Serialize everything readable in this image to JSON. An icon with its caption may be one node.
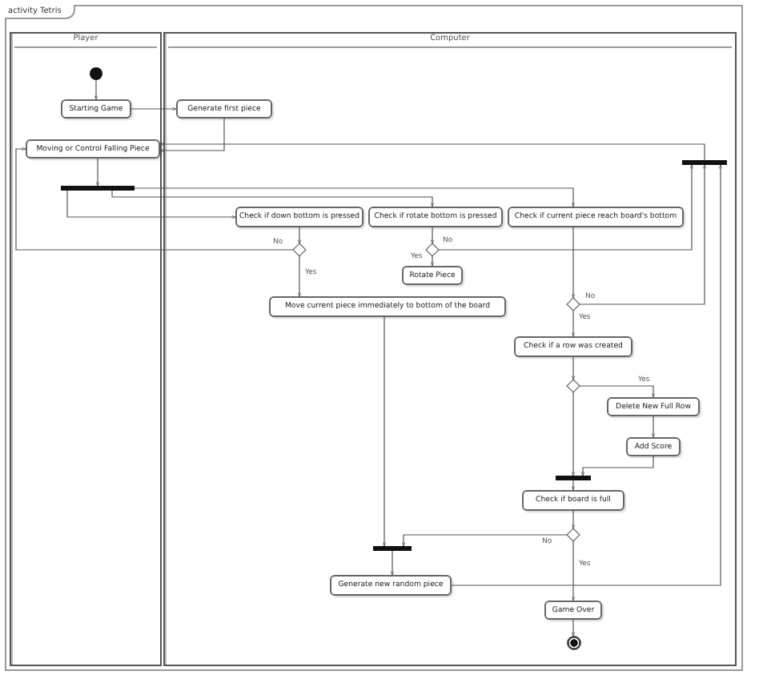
{
  "diagram": {
    "title": "activity Tetris",
    "nodes": [
      {
        "text": [
          "Player"
        ]
      },
      {
        "text": [
          "Computer"
        ]
      },
      {
        "text": [],
        "shape": "circle",
        "in": 0
      },
      {
        "text": [
          "Starting Game"
        ],
        "in": 0
      },
      {
        "text": [
          "Generate first piece"
        ],
        "in": 1
      },
      {
        "text": [
          "Moving or Control Falling Piece"
        ],
        "in": 0
      },
      {
        "text": [],
        "shape": "bar",
        "in": 0
      },
      {
        "text": [
          "Check if down bottom is pressed"
        ],
        "in": 1
      },
      {
        "text": [
          "Check if rotate bottom is pressed"
        ],
        "in": 1
      },
      {
        "text": [
          "Check if current piece reach board's bottom"
        ],
        "in": 1
      },
      {
        "text": [],
        "shape": "bar",
        "in": 1
      },
      {
        "text": [],
        "shape": "diamond",
        "in": 1
      },
      {
        "text": [],
        "shape": "diamond",
        "in": 1
      },
      {
        "text": [
          "Rotate Piece"
        ],
        "in": 1
      },
      {
        "text": [
          "Move current piece immediately to bottom of the board"
        ],
        "in": 1
      },
      {
        "text": [],
        "shape": "diamond",
        "in": 1
      },
      {
        "text": [
          "Check if a row was created"
        ],
        "in": 1
      },
      {
        "text": [],
        "shape": "diamond",
        "in": 1
      },
      {
        "text": [
          "Delete New Full Row"
        ],
        "in": 1
      },
      {
        "text": [
          "Add Score"
        ],
        "in": 1
      },
      {
        "text": [],
        "shape": "bar",
        "in": 1
      },
      {
        "text": [
          "Check if board is full"
        ],
        "in": 1
      },
      {
        "text": [],
        "shape": "diamond",
        "in": 1
      },
      {
        "text": [],
        "shape": "bar",
        "in": 1
      },
      {
        "text": [
          "Generate new random piece"
        ],
        "in": 1
      },
      {
        "text": [
          "Game Over"
        ],
        "in": 1
      },
      {
        "text": [],
        "shape": "circle",
        "in": 1
      }
    ],
    "edges": [
      {
        "from": 2,
        "to": 3,
        "arrow": "to"
      },
      {
        "from": 3,
        "to": 4,
        "arrow": "to"
      },
      {
        "from": 4,
        "to": 5,
        "arrow": "to"
      },
      {
        "from": 5,
        "to": 6,
        "arrow": "to"
      },
      {
        "from": 6,
        "to": 7,
        "arrow": "to"
      },
      {
        "from": 6,
        "to": 8,
        "arrow": "to"
      },
      {
        "from": 6,
        "to": 9,
        "arrow": "to"
      },
      {
        "from": 7,
        "to": 11,
        "arrow": "to"
      },
      {
        "from": 8,
        "to": 12,
        "arrow": "to"
      },
      {
        "from": 9,
        "to": 15,
        "arrow": "to"
      },
      {
        "from": 11,
        "to": 5,
        "arrow": "to",
        "label": "No"
      },
      {
        "from": 11,
        "to": 14,
        "arrow": "to",
        "label": "Yes"
      },
      {
        "from": 12,
        "to": 13,
        "arrow": "to",
        "label": "Yes"
      },
      {
        "from": 12,
        "to": 10,
        "arrow": "to",
        "label": "No"
      },
      {
        "from": 15,
        "to": 10,
        "arrow": "to",
        "label": "No"
      },
      {
        "from": 15,
        "to": 16,
        "arrow": "to",
        "label": "Yes"
      },
      {
        "from": 16,
        "to": 17,
        "arrow": "to"
      },
      {
        "from": 17,
        "to": 18,
        "arrow": "to",
        "label": "Yes"
      },
      {
        "from": 18,
        "to": 19,
        "arrow": "to"
      },
      {
        "from": 19,
        "to": 20,
        "arrow": "to"
      },
      {
        "from": 17,
        "to": 20,
        "arrow": "to"
      },
      {
        "from": 20,
        "to": 21,
        "arrow": "to"
      },
      {
        "from": 21,
        "to": 22,
        "arrow": "to"
      },
      {
        "from": 22,
        "to": 23,
        "arrow": "to",
        "label": "No"
      },
      {
        "from": 22,
        "to": 25,
        "arrow": "to",
        "label": "Yes"
      },
      {
        "from": 14,
        "to": 23,
        "arrow": "to"
      },
      {
        "from": 23,
        "to": 24,
        "arrow": "to"
      },
      {
        "from": 24,
        "to": 10,
        "arrow": "to"
      },
      {
        "from": 10,
        "to": 5,
        "arrow": "to"
      },
      {
        "from": 25,
        "to": 26,
        "arrow": "to"
      }
    ]
  }
}
